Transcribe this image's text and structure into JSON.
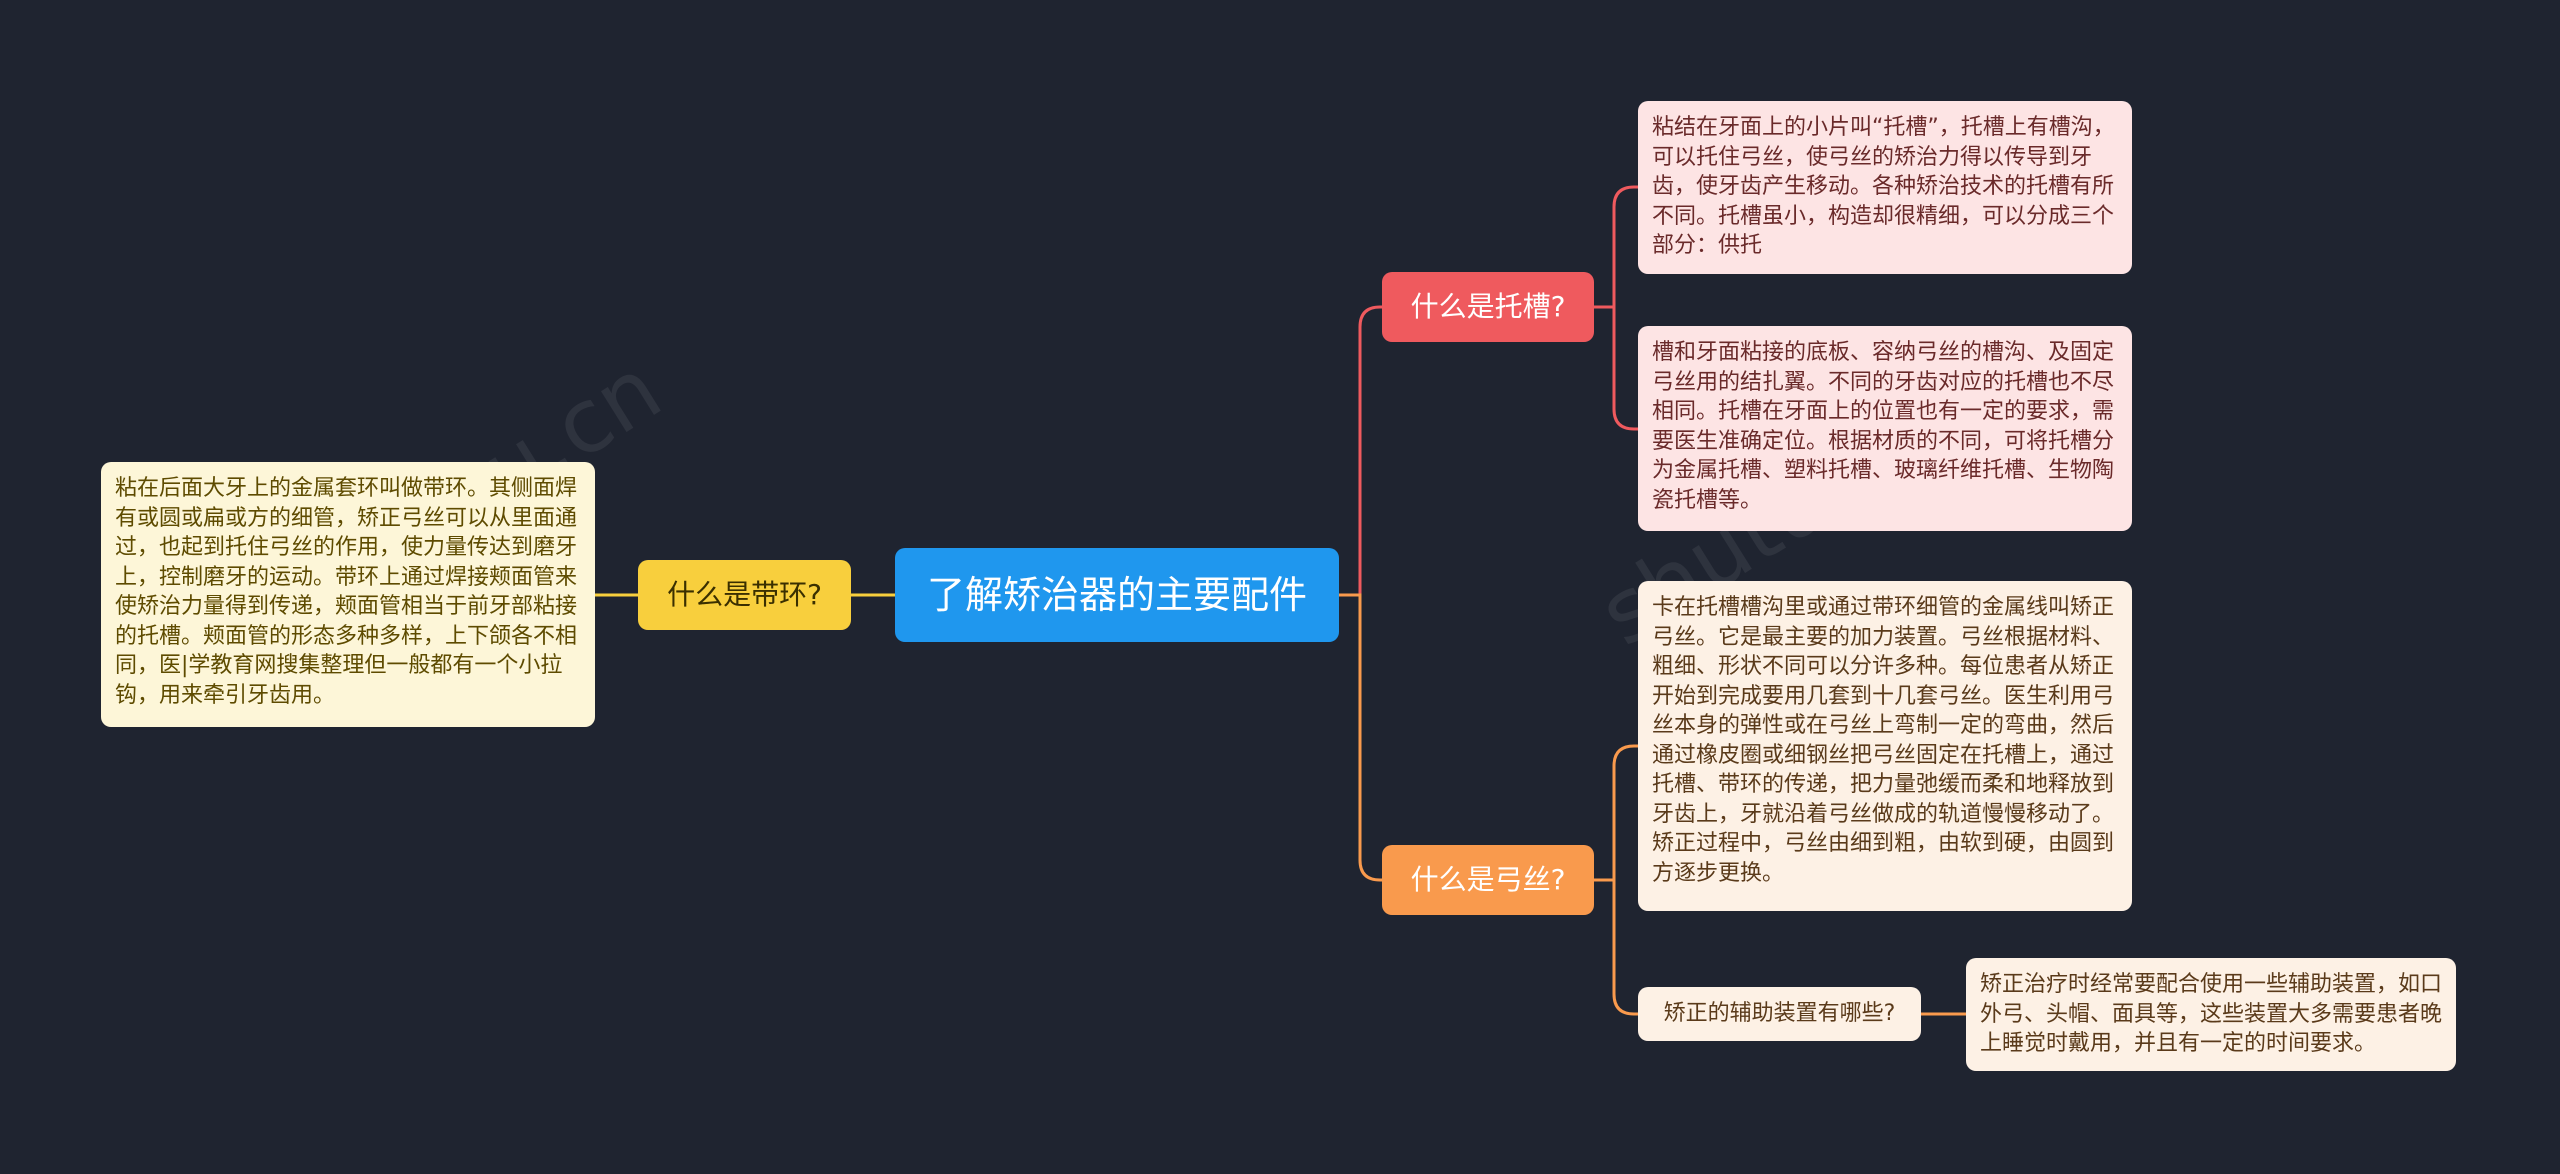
{
  "center": {
    "label": "了解矫治器的主要配件",
    "color": "#1f97ee"
  },
  "branches": {
    "band": {
      "label": "什么是带环?",
      "color": "#f8cf3d",
      "detail": "粘在后面大牙上的金属套环叫做带环。其侧面焊有或圆或扁或方的细管，矫正弓丝可以从里面通过，也起到托住弓丝的作用，使力量传达到磨牙上，控制磨牙的运动。带环上通过焊接颊面管来使矫治力量得到传递，颊面管相当于前牙部粘接的托槽。颊面管的形态多种多样，上下颌各不相同，医|学教育网搜集整理但一般都有一个小拉钩，用来牵引牙齿用。"
    },
    "bracket": {
      "label": "什么是托槽?",
      "color": "#ef5a5e",
      "details": [
        "粘结在牙面上的小片叫“托槽”，托槽上有槽沟，可以托住弓丝，使弓丝的矫治力得以传导到牙齿，使牙齿产生移动。各种矫治技术的托槽有所不同。托槽虽小，构造却很精细，可以分成三个部分：供托",
        "槽和牙面粘接的底板、容纳弓丝的槽沟、及固定弓丝用的结扎翼。不同的牙齿对应的托槽也不尽相同。托槽在牙面上的位置也有一定的要求，需要医生准确定位。根据材质的不同，可将托槽分为金属托槽、塑料托槽、玻璃纤维托槽、生物陶瓷托槽等。"
      ]
    },
    "archwire": {
      "label": "什么是弓丝?",
      "color": "#f99a4d",
      "detail": "卡在托槽槽沟里或通过带环细管的金属线叫矫正弓丝。它是最主要的加力装置。弓丝根据材料、粗细、形状不同可以分许多种。每位患者从矫正开始到完成要用几套到十几套弓丝。医生利用弓丝本身的弹性或在弓丝上弯制一定的弯曲，然后通过橡皮圈或细钢丝把弓丝固定在托槽上，通过托槽、带环的传递，把力量弛缓而柔和地释放到牙齿上，牙就沿着弓丝做成的轨道慢慢移动了。矫正过程中，弓丝由细到粗，由软到硬，由圆到方逐步更换。",
      "sub_question": "矫正的辅助装置有哪些?",
      "sub_answer": "矫正治疗时经常要配合使用一些辅助装置，如口外弓、头帽、面具等，这些装置大多需要患者晚上睡觉时戴用，并且有一定的时间要求。"
    }
  },
  "background_color": "#1f2430",
  "watermark": "shutu.cn"
}
